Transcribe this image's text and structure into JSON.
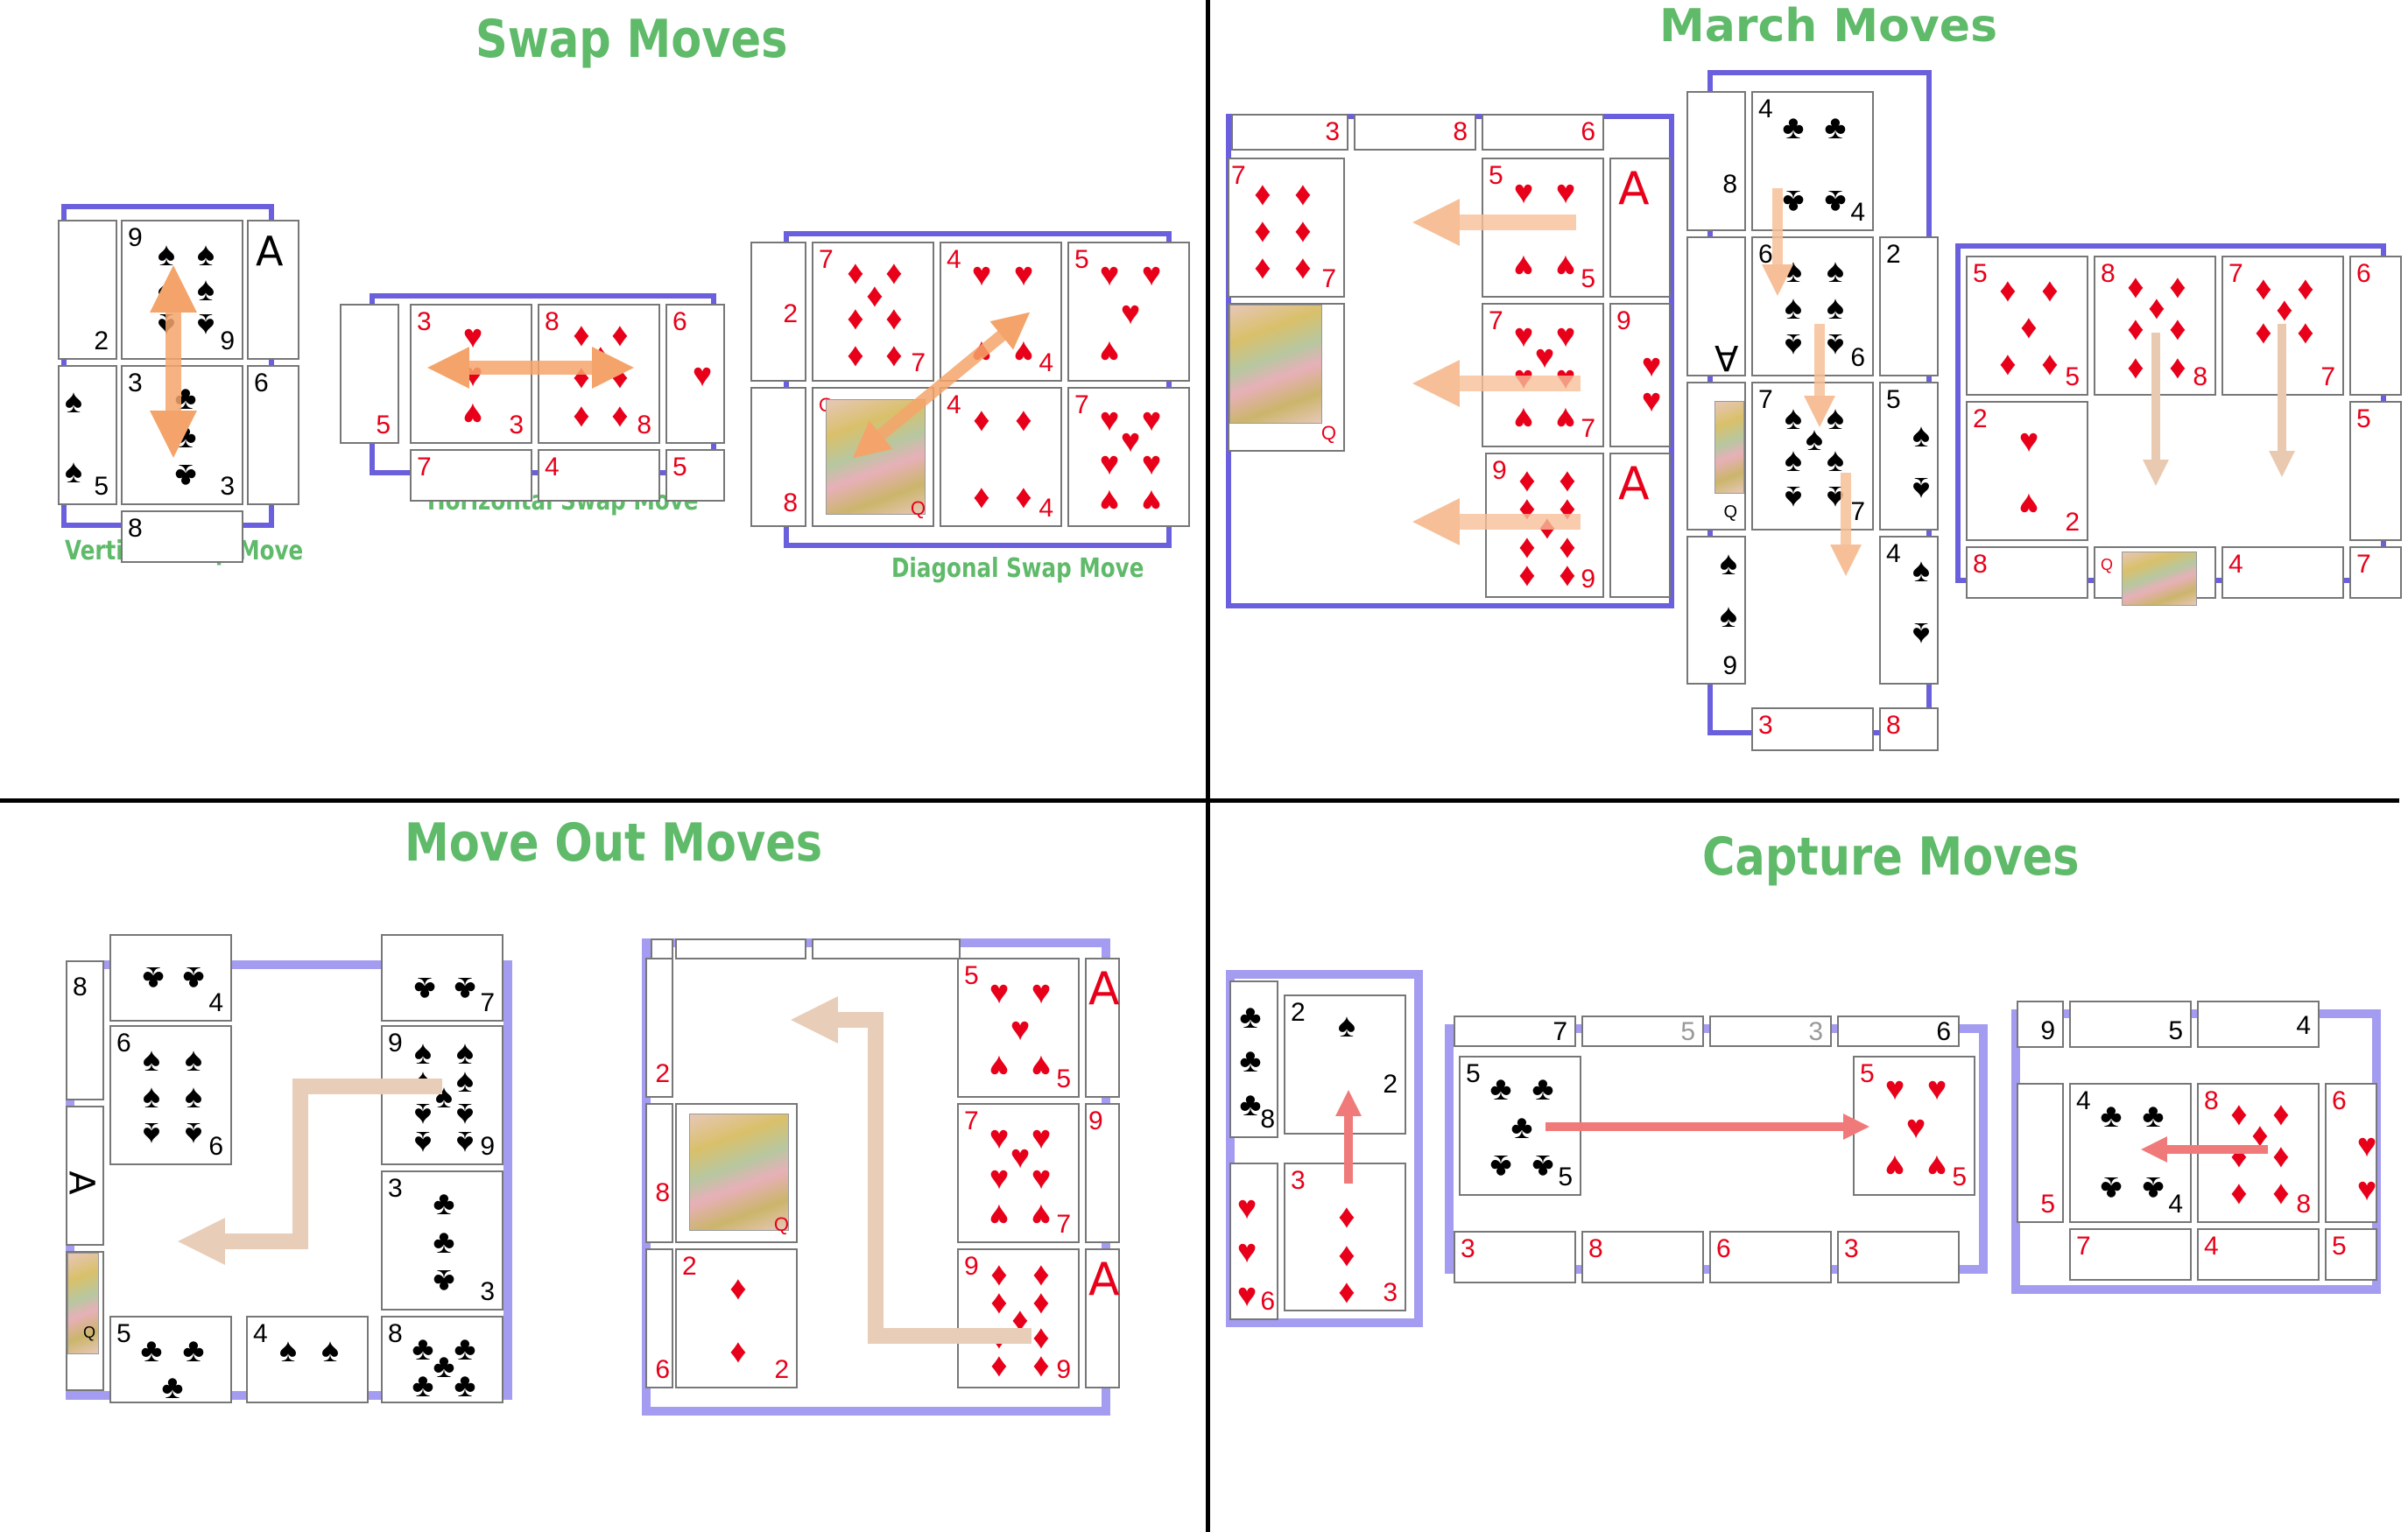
{
  "sections": {
    "swap": {
      "title": "Swap Moves",
      "labels": {
        "vertical": "Vertical Swap Move",
        "horizontal": "Horizontal Swap Move",
        "diagonal": "Diagonal Swap Move"
      }
    },
    "march": {
      "title": "March Moves"
    },
    "move_out": {
      "title": "Move Out Moves"
    },
    "capture": {
      "title": "Capture Moves"
    }
  },
  "colors": {
    "title_green": "#5fba6a",
    "panel_border": "#6a5fdc",
    "panel_border_light": "#a49cf0",
    "red_suit": "#e8001a",
    "swap_arrow": "#f4a46a",
    "march_arrow": "#f6bf98",
    "march_arrow_alt": "#e9c9b0",
    "moveout_arrow": "#e8cdb8",
    "capture_arrow": "#f07a7a"
  },
  "panels": [
    {
      "id": "vertical-swap",
      "cards": [
        {
          "r": "9",
          "s": "♠"
        },
        {
          "r": "A",
          "s": "♥"
        },
        {
          "r": "2",
          "s": "♦"
        },
        {
          "r": "3",
          "s": "♣"
        },
        {
          "r": "6",
          "s": "♠"
        },
        {
          "r": "5",
          "s": "♠"
        },
        {
          "r": "8",
          "s": "♣"
        }
      ]
    },
    {
      "id": "horizontal-swap",
      "cards": [
        {
          "r": "3",
          "s": "♥"
        },
        {
          "r": "8",
          "s": "♦"
        },
        {
          "r": "6",
          "s": "♥"
        },
        {
          "r": "5",
          "s": "♥"
        },
        {
          "r": "7",
          "s": "♥"
        },
        {
          "r": "4",
          "s": "♥"
        },
        {
          "r": "5",
          "s": "♥"
        }
      ]
    },
    {
      "id": "diagonal-swap",
      "cards": [
        {
          "r": "7",
          "s": "♦"
        },
        {
          "r": "4",
          "s": "♥"
        },
        {
          "r": "5",
          "s": "♥"
        },
        {
          "r": "Q",
          "s": "♥"
        },
        {
          "r": "4",
          "s": "♦"
        },
        {
          "r": "7",
          "s": "♥"
        },
        {
          "r": "2",
          "s": "♦"
        },
        {
          "r": "8",
          "s": "♦"
        }
      ]
    },
    {
      "id": "march-left",
      "cards": [
        {
          "r": "3",
          "s": "♦"
        },
        {
          "r": "8",
          "s": "♥"
        },
        {
          "r": "6",
          "s": "♥"
        },
        {
          "r": "7",
          "s": "♦"
        },
        {
          "r": "5",
          "s": "♥"
        },
        {
          "r": "A",
          "s": "♦"
        },
        {
          "r": "Q",
          "s": "♥"
        },
        {
          "r": "7",
          "s": "♥"
        },
        {
          "r": "9",
          "s": "♥"
        },
        {
          "r": "9",
          "s": "♦"
        },
        {
          "r": "A",
          "s": "♦"
        }
      ]
    },
    {
      "id": "march-down-1",
      "cards": [
        {
          "r": "4",
          "s": "♣"
        },
        {
          "r": "8",
          "s": "♠"
        },
        {
          "r": "6",
          "s": "♠"
        },
        {
          "r": "2",
          "s": "♦"
        },
        {
          "r": "A",
          "s": "♠"
        },
        {
          "r": "7",
          "s": "♠"
        },
        {
          "r": "5",
          "s": "♠"
        },
        {
          "r": "Q",
          "s": "♥"
        },
        {
          "r": "4",
          "s": "♠"
        },
        {
          "r": "9",
          "s": "♠"
        },
        {
          "r": "3",
          "s": "♦"
        },
        {
          "r": "8",
          "s": "♦"
        }
      ]
    },
    {
      "id": "march-down-2",
      "cards": [
        {
          "r": "5",
          "s": "♦"
        },
        {
          "r": "8",
          "s": "♦"
        },
        {
          "r": "7",
          "s": "♦"
        },
        {
          "r": "6",
          "s": "♦"
        },
        {
          "r": "2",
          "s": "♥"
        },
        {
          "r": "5",
          "s": "♦"
        },
        {
          "r": "8",
          "s": "♥"
        },
        {
          "r": "Q",
          "s": "♥"
        },
        {
          "r": "4",
          "s": "♥"
        },
        {
          "r": "7",
          "s": "♦"
        }
      ]
    },
    {
      "id": "moveout-1",
      "cards": [
        {
          "r": "8",
          "s": "♠"
        },
        {
          "r": "4",
          "s": "♣"
        },
        {
          "r": "7",
          "s": "♣"
        },
        {
          "r": "6",
          "s": "♠"
        },
        {
          "r": "9",
          "s": "♠"
        },
        {
          "r": "A",
          "s": "♠"
        },
        {
          "r": "3",
          "s": "♣"
        },
        {
          "r": "Q",
          "s": "♥"
        },
        {
          "r": "5",
          "s": "♣"
        },
        {
          "r": "4",
          "s": "♠"
        },
        {
          "r": "8",
          "s": "♣"
        }
      ]
    },
    {
      "id": "moveout-2",
      "cards": [
        {
          "r": "5",
          "s": "♥"
        },
        {
          "r": "A",
          "s": "♥"
        },
        {
          "r": "2",
          "s": "♦"
        },
        {
          "r": "Q",
          "s": "♥"
        },
        {
          "r": "7",
          "s": "♥"
        },
        {
          "r": "9",
          "s": "♥"
        },
        {
          "r": "8",
          "s": "♦"
        },
        {
          "r": "2",
          "s": "♦"
        },
        {
          "r": "9",
          "s": "♦"
        },
        {
          "r": "A",
          "s": "♥"
        },
        {
          "r": "6",
          "s": "♦"
        }
      ]
    },
    {
      "id": "capture-vertical",
      "cards": [
        {
          "r": "8",
          "s": "♣"
        },
        {
          "r": "2",
          "s": "♠"
        },
        {
          "r": "3",
          "s": "♦"
        },
        {
          "r": "6",
          "s": "♥"
        }
      ]
    },
    {
      "id": "capture-horizontal",
      "cards": [
        {
          "r": "7",
          "s": "♠"
        },
        {
          "r": "5",
          "s": "♠"
        },
        {
          "r": "3",
          "s": "♦"
        },
        {
          "r": "6",
          "s": "♥"
        },
        {
          "r": "5",
          "s": "♣"
        },
        {
          "r": "5",
          "s": "♥"
        },
        {
          "r": "3",
          "s": "♦"
        },
        {
          "r": "8",
          "s": "♥"
        },
        {
          "r": "6",
          "s": "♦"
        },
        {
          "r": "3",
          "s": "♥"
        }
      ]
    },
    {
      "id": "capture-left",
      "cards": [
        {
          "r": "9",
          "s": "♣"
        },
        {
          "r": "5",
          "s": "♠"
        },
        {
          "r": "4",
          "s": "♠"
        },
        {
          "r": "4",
          "s": "♣"
        },
        {
          "r": "8",
          "s": "♦"
        },
        {
          "r": "6",
          "s": "♥"
        },
        {
          "r": "5",
          "s": "♦"
        },
        {
          "r": "7",
          "s": "♦"
        },
        {
          "r": "4",
          "s": "♥"
        },
        {
          "r": "5",
          "s": "♥"
        }
      ]
    }
  ]
}
